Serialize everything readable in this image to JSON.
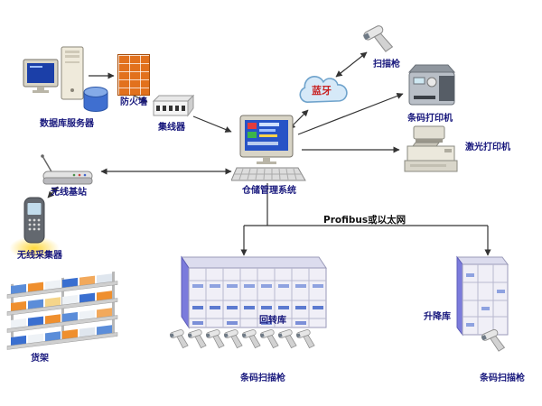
{
  "diagram": {
    "bus_label": "Profibus或以太网",
    "nodes": {
      "database_server": {
        "label": "数据库服务器"
      },
      "firewall": {
        "label": "防火墙"
      },
      "hub": {
        "label": "集线器"
      },
      "wms": {
        "label": "仓储管理系统"
      },
      "bluetooth_cloud": {
        "label": "蓝牙"
      },
      "handheld_scanner": {
        "label": "扫描枪"
      },
      "barcode_printer": {
        "label": "条码打印机"
      },
      "laser_printer": {
        "label": "激光打印机"
      },
      "wireless_base": {
        "label": "无线基站"
      },
      "wireless_collector": {
        "label": "无线采集器"
      },
      "rack": {
        "label": "货架"
      },
      "carousel_store": {
        "label": "回转库"
      },
      "scanner_row": {
        "label": "条码扫描枪",
        "count": 8
      },
      "lift_store": {
        "label": "升降库"
      },
      "single_scanner": {
        "label": "条码扫描枪"
      }
    },
    "colors": {
      "label_text": "#17177c",
      "bus_text": "#111111",
      "cloud_fill": "#d6e9f8",
      "cloud_text": "#c82323",
      "firewall_orange": "#e2711d",
      "warehouse_side_purple": "#7b7bdc",
      "screen_blue": "#2753c6",
      "line": "#333333"
    }
  }
}
